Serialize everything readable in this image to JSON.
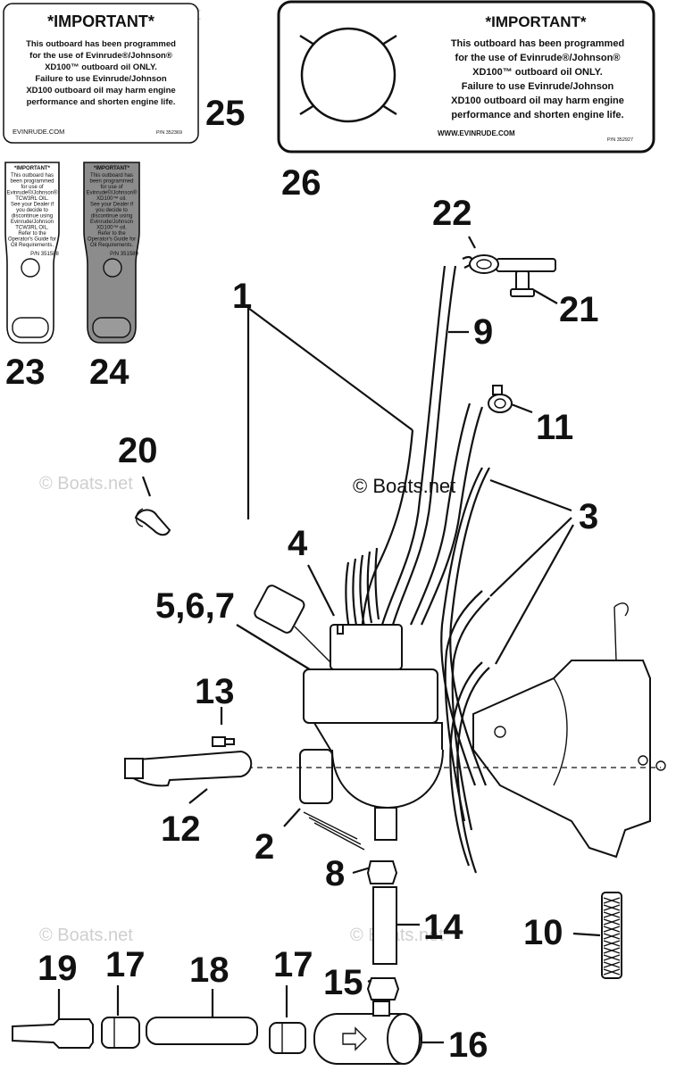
{
  "watermark_text": "© Boats.net",
  "center_watermark": "© Boats.net",
  "decal_25": {
    "title": "*IMPORTANT*",
    "line1": "This outboard has been programmed",
    "line2": "for the use of Evinrude®/Johnson®",
    "line3": "XD100™ outboard oil ONLY.",
    "line4": "Failure to use Evinrude/Johnson",
    "line5": "XD100 outboard oil may harm engine",
    "line6": "performance and shorten engine life.",
    "site": "EVINRUDE.COM",
    "pn": "P/N 352369"
  },
  "decal_26": {
    "title": "*IMPORTANT*",
    "line1": "This outboard has been programmed",
    "line2": "for the use of Evinrude®/Johnson®",
    "line3": "XD100™ outboard oil ONLY.",
    "line4": "Failure to use Evinrude/Johnson",
    "line5": "XD100 outboard oil may harm engine",
    "line6": "performance and shorten engine life.",
    "site": "WWW.EVINRUDE.COM",
    "pn": "P/N 352927"
  },
  "tag_23": {
    "title": "*IMPORTANT*",
    "lines": [
      "This outboard has",
      "been programmed",
      "for use of",
      "Evinrude®/Johnson®",
      "TCW3RL OIL.",
      "See your Dealer if",
      "you decide to",
      "discontinue using",
      "Evinrude/Johnson",
      "TCW3RL OIL.",
      "Refer to the",
      "Operator's Guide for",
      "Oil Requirements."
    ],
    "pn": "P/N 351588"
  },
  "tag_24": {
    "title": "*IMPORTANT*",
    "lines": [
      "This outboard has",
      "been programmed",
      "for use of",
      "Evinrude®/Johnson®",
      "XD100™ oil.",
      "See your Dealer if",
      "you decide to",
      "discontinue using",
      "Evinrude/Johnson",
      "XD100™ oil.",
      "Refer to the",
      "Operator's Guide for",
      "Oil Requirements."
    ],
    "pn": "P/N 351589"
  },
  "callouts": {
    "c1": "1",
    "c2": "2",
    "c3": "3",
    "c4": "4",
    "c567": "5,6,7",
    "c8": "8",
    "c9": "9",
    "c10": "10",
    "c11": "11",
    "c12": "12",
    "c13": "13",
    "c14": "14",
    "c15": "15",
    "c16": "16",
    "c17a": "17",
    "c17b": "17",
    "c18": "18",
    "c19": "19",
    "c20": "20",
    "c21": "21",
    "c22": "22",
    "c23": "23",
    "c24": "24",
    "c25": "25",
    "c26": "26"
  }
}
